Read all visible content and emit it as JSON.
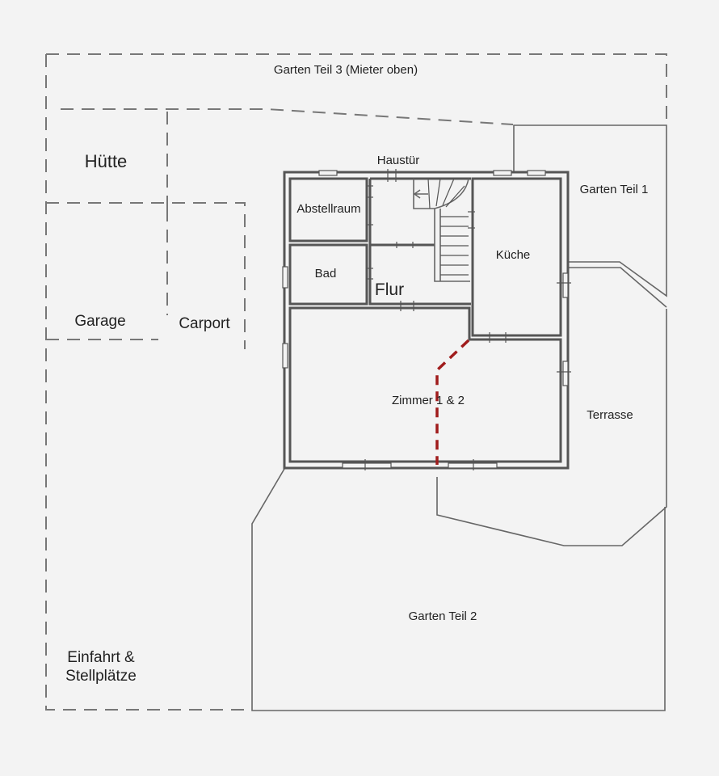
{
  "plan": {
    "labels": {
      "garten3": "Garten Teil 3 (Mieter oben)",
      "huette": "Hütte",
      "garage": "Garage",
      "carport": "Carport",
      "haustuer": "Haustür",
      "abstellraum": "Abstellraum",
      "bad": "Bad",
      "flur": "Flur",
      "kueche": "Küche",
      "zimmer": "Zimmer 1 & 2",
      "garten1": "Garten Teil 1",
      "terrasse": "Terrasse",
      "garten2": "Garten Teil 2",
      "einfahrt_line1": "Einfahrt &",
      "einfahrt_line2": "Stellplätze"
    },
    "colors": {
      "background": "#f3f3f3",
      "walls": "#555555",
      "dashed_boundary": "#777777",
      "divider_red": "#a01c1c"
    }
  }
}
